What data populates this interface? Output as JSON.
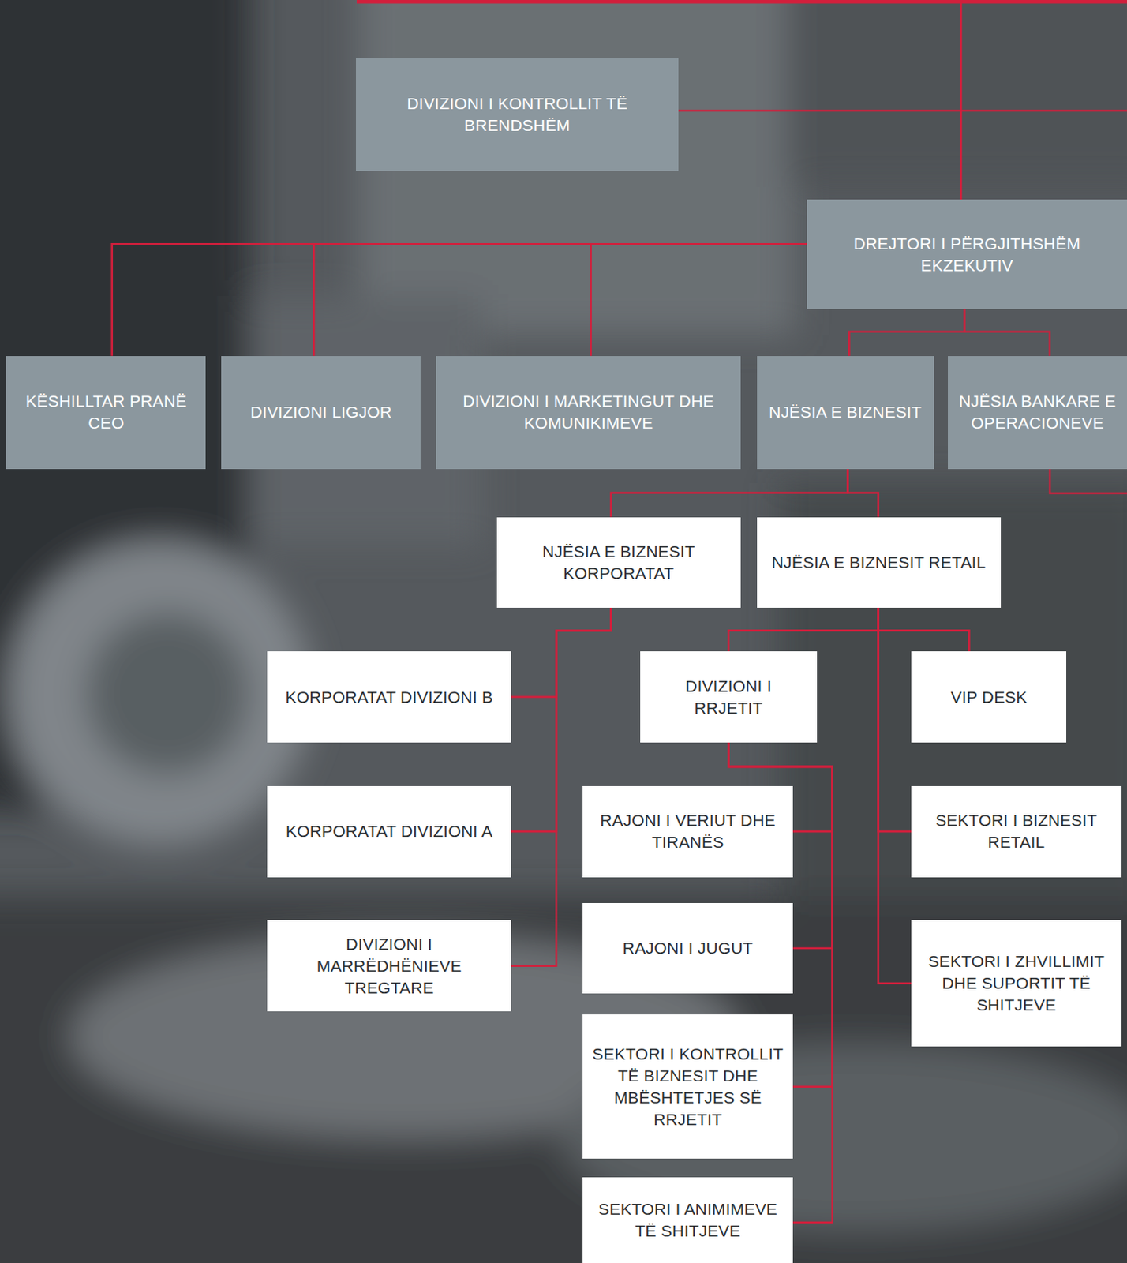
{
  "diagram": {
    "nodes": [
      {
        "text": [
          "DIVIZIONI I KONTROLLIT TË BRENDSHËM"
        ]
      },
      {
        "text": [
          "DREJTORI I PËRGJITHSHËM EKZEKUTIV"
        ]
      },
      {
        "text": [
          "KËSHILLTAR PRANË CEO"
        ]
      },
      {
        "text": [
          "DIVIZIONI LIGJOR"
        ]
      },
      {
        "text": [
          "DIVIZIONI I MARKETINGUT DHE KOMUNIKIMEVE"
        ]
      },
      {
        "text": [
          "NJËSIA E BIZNESIT"
        ]
      },
      {
        "text": [
          "NJËSIA BANKARE E OPERACIONEVE"
        ]
      },
      {
        "text": [
          "NJËSIA E BIZNESIT KORPORATAT"
        ]
      },
      {
        "text": [
          "NJËSIA E BIZNESIT RETAIL"
        ]
      },
      {
        "text": [
          "KORPORATAT DIVIZIONI B"
        ]
      },
      {
        "text": [
          "DIVIZIONI I RRJETIT"
        ]
      },
      {
        "text": [
          "VIP DESK"
        ]
      },
      {
        "text": [
          "KORPORATAT DIVIZIONI A"
        ]
      },
      {
        "text": [
          "RAJONI I VERIUT DHE TIRANËS"
        ]
      },
      {
        "text": [
          "SEKTORI I BIZNESIT RETAIL"
        ]
      },
      {
        "text": [
          "DIVIZIONI I MARRËDHËNIEVE TREGTARE"
        ]
      },
      {
        "text": [
          "RAJONI I JUGUT"
        ]
      },
      {
        "text": [
          "SEKTORI I ZHVILLIMIT DHE SUPORTIT TË SHITJEVE"
        ]
      },
      {
        "text": [
          "SEKTORI I KONTROLLIT TË BIZNESIT DHE MBËSHTETJES SË RRJETIT"
        ]
      },
      {
        "text": [
          "SEKTORI I ANIMIMEVE TË SHITJEVE"
        ]
      }
    ],
    "edges": [
      {
        "from": 1,
        "to": 2,
        "arrow": "none"
      },
      {
        "from": 1,
        "to": 3,
        "arrow": "none"
      },
      {
        "from": 1,
        "to": 4,
        "arrow": "none"
      },
      {
        "from": 1,
        "to": 5,
        "arrow": "none"
      },
      {
        "from": 1,
        "to": 6,
        "arrow": "none"
      },
      {
        "from": 5,
        "to": 7,
        "arrow": "none"
      },
      {
        "from": 5,
        "to": 8,
        "arrow": "none"
      },
      {
        "from": 7,
        "to": 9,
        "arrow": "none"
      },
      {
        "from": 7,
        "to": 12,
        "arrow": "none"
      },
      {
        "from": 7,
        "to": 15,
        "arrow": "none"
      },
      {
        "from": 8,
        "to": 10,
        "arrow": "none"
      },
      {
        "from": 8,
        "to": 11,
        "arrow": "none"
      },
      {
        "from": 8,
        "to": 14,
        "arrow": "none"
      },
      {
        "from": 8,
        "to": 17,
        "arrow": "none"
      },
      {
        "from": 10,
        "to": 13,
        "arrow": "none"
      },
      {
        "from": 10,
        "to": 16,
        "arrow": "none"
      },
      {
        "from": 10,
        "to": 18,
        "arrow": "none"
      },
      {
        "from": 10,
        "to": 19,
        "arrow": "none"
      }
    ]
  }
}
